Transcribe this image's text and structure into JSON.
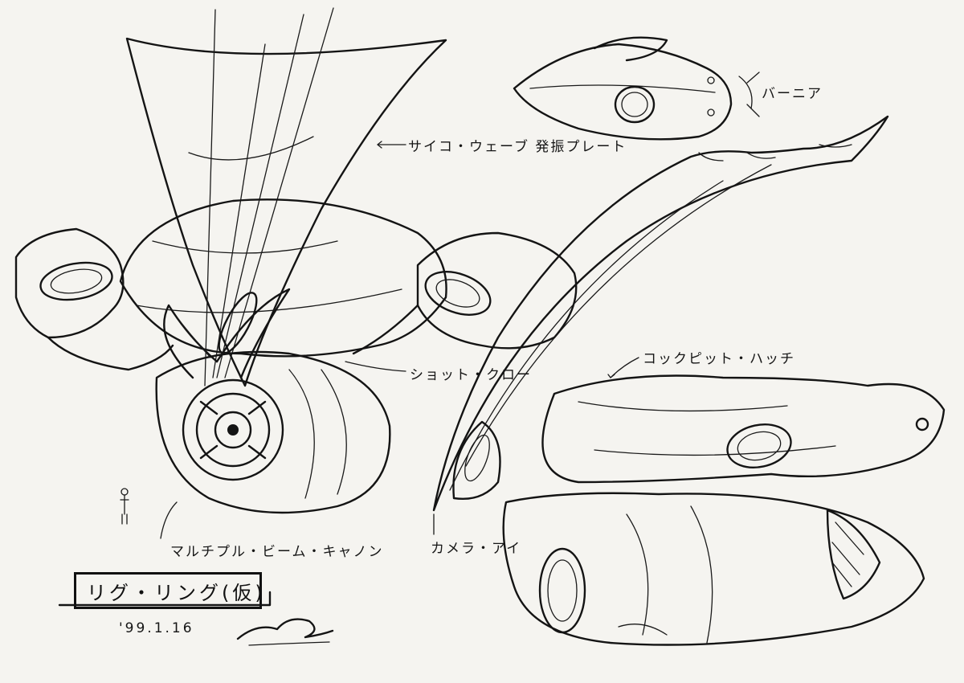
{
  "sheet": {
    "title": "リグ・リング(仮)",
    "date": "'99.1.16",
    "signature_icon": "artist-signature-icon"
  },
  "annotations": {
    "psycho_wave_plate": "サイコ・ウェーブ 発振プレート",
    "vernier": "バーニア",
    "shot_claw": "ショット・クロー",
    "cockpit_hatch": "コックピット・ハッチ",
    "multiple_beam_cannon": "マルチプル・ビーム・キャノン",
    "camera_eye": "カメラ・アイ"
  },
  "colors": {
    "paper": "#f5f4f0",
    "ink": "#141414"
  }
}
